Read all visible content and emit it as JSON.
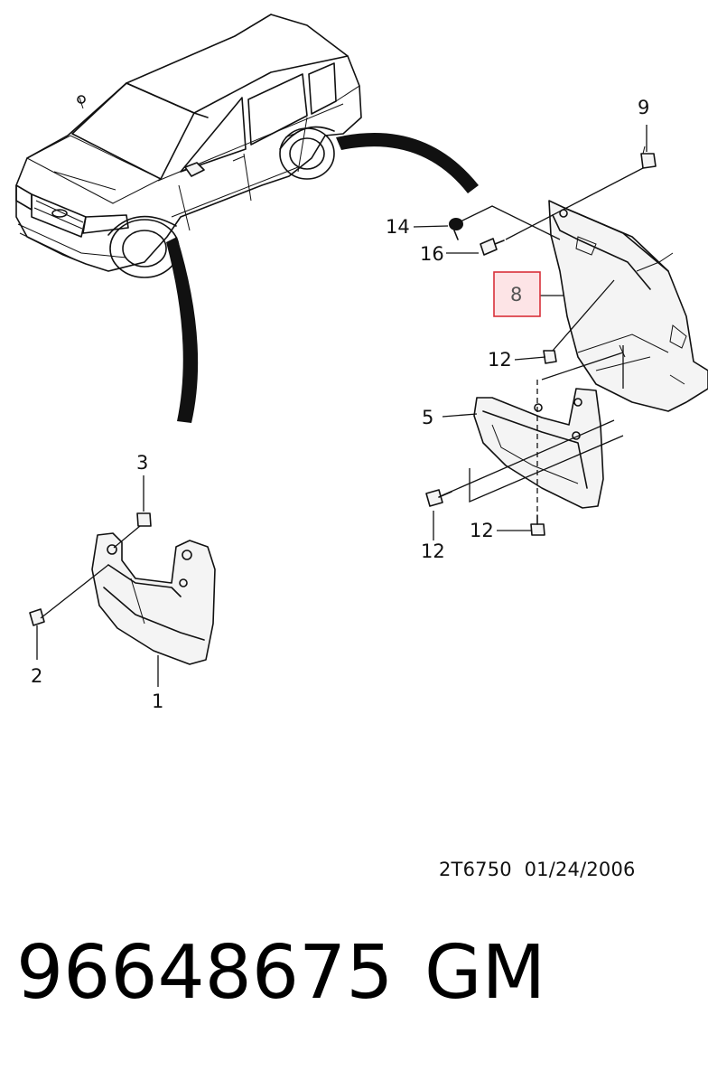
{
  "callouts": {
    "c1": "1",
    "c2": "2",
    "c3": "3",
    "c5": "5",
    "c8": "8",
    "c9": "9",
    "c12a": "12",
    "c12b": "12",
    "c12c": "12",
    "c14": "14",
    "c16": "16"
  },
  "highlight_color": "#d9303a",
  "highlight_fill": "#fde4e6",
  "footer": {
    "drawing_code": "2T6750  01/24/2006",
    "part_number": "96648675",
    "brand": "GM"
  }
}
